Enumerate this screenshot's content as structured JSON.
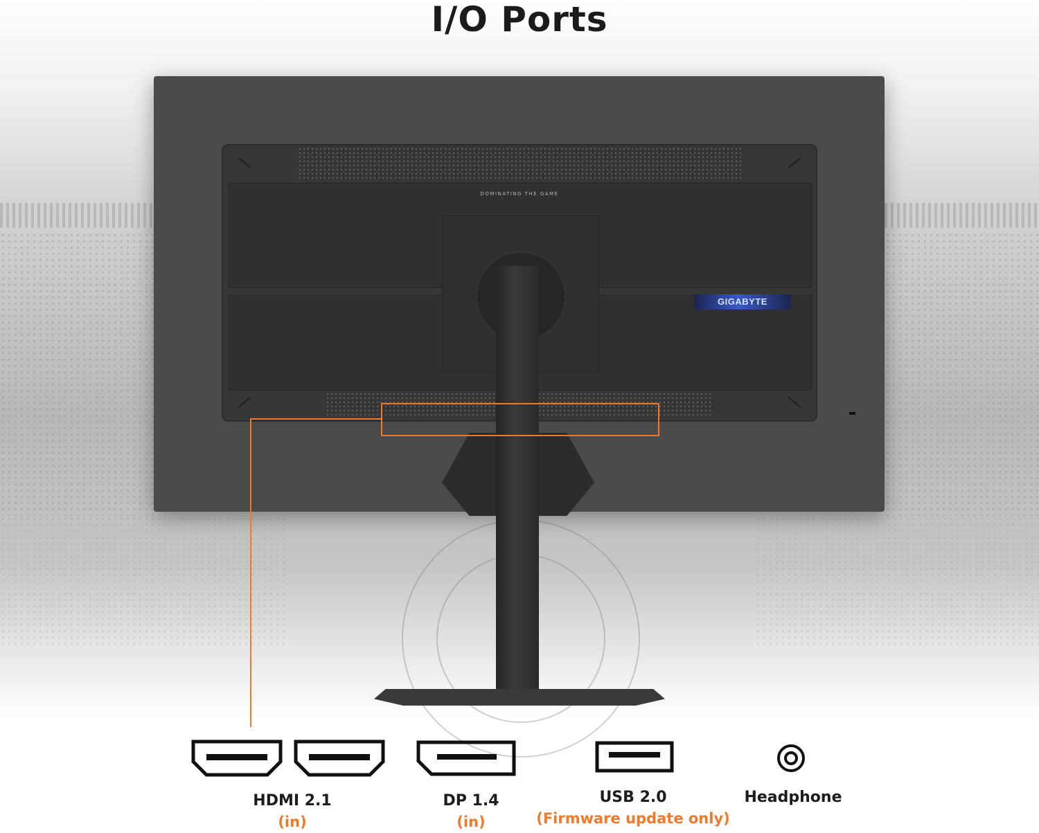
{
  "title": "I/O Ports",
  "monitor": {
    "slogan": "DOMINATING THE GAME",
    "brand": "GIGABYTE"
  },
  "colors": {
    "accent": "#f07a2a",
    "text": "#1d1d1d",
    "monitor_body": "#4a4a4a"
  },
  "ports": [
    {
      "name": "hdmi",
      "icon": "hdmi-port-icon",
      "count": 2,
      "label": "HDMI 2.1",
      "sub": "(in)"
    },
    {
      "name": "displayport",
      "icon": "displayport-icon",
      "count": 1,
      "label": "DP 1.4",
      "sub": "(in)"
    },
    {
      "name": "usb",
      "icon": "usb-port-icon",
      "count": 1,
      "label": "USB 2.0",
      "sub": "(Firmware update only)"
    },
    {
      "name": "headphone",
      "icon": "headphone-jack-icon",
      "count": 1,
      "label": "Headphone",
      "sub": ""
    }
  ]
}
